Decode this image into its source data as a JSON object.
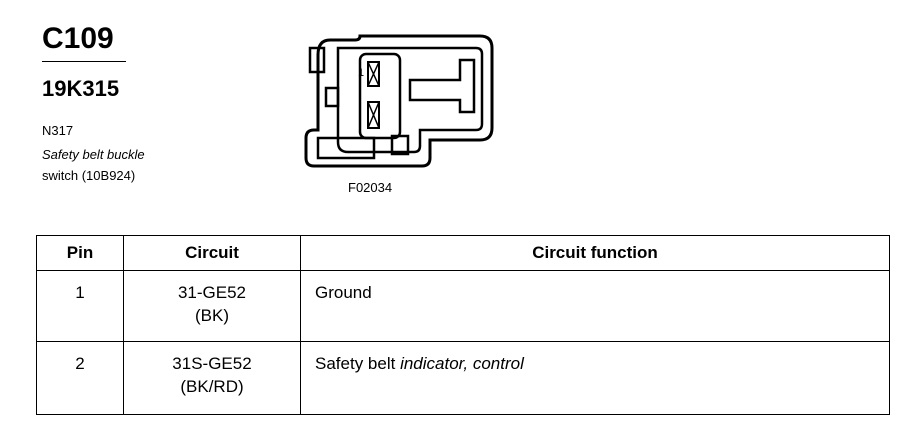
{
  "connector": {
    "id": "C109",
    "part_number": "19K315",
    "component_code": "N317",
    "component_name": "Safety belt buckle",
    "component_part": "switch (10B924)",
    "figure_code": "F02034",
    "pin_callout": "1"
  },
  "table": {
    "headers": {
      "pin": "Pin",
      "circuit": "Circuit",
      "function": "Circuit function"
    },
    "rows": [
      {
        "pin": "1",
        "circuit": "31-GE52",
        "color": "(BK)",
        "function_plain": "Ground",
        "function_italic": ""
      },
      {
        "pin": "2",
        "circuit": "31S-GE52",
        "color": "(BK/RD)",
        "function_plain": "Safety belt ",
        "function_italic": "indicator, control"
      }
    ]
  }
}
